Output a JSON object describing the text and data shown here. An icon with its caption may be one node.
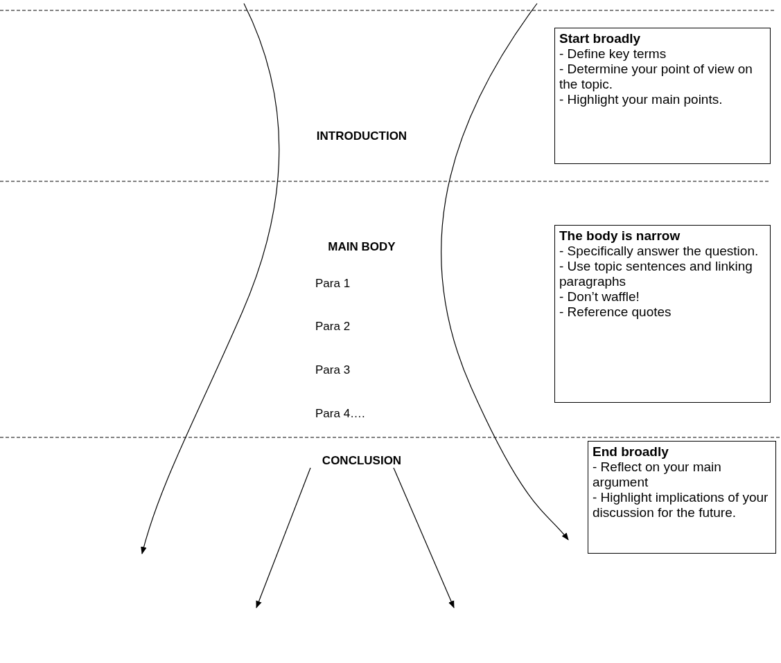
{
  "diagram": {
    "nodes": [
      {
        "text": [
          "Start broadly",
          "- Define key terms",
          "- Determine your point of view on the topic.",
          "- Highlight your main points."
        ]
      },
      {
        "text": [
          "The body is narrow",
          "- Specifically answer the question.",
          "- Use topic sentences and linking paragraphs",
          "- Don’t waffle!",
          "- Reference quotes"
        ]
      },
      {
        "text": [
          "End broadly",
          "- Reflect on your main argument",
          "- Highlight implications of your discussion for the future."
        ]
      },
      {
        "text": [
          "CONCLUSION"
        ]
      }
    ],
    "edges": [
      {
        "from": 3,
        "to": null,
        "arrow": "to"
      },
      {
        "from": 3,
        "to": null,
        "arrow": "to"
      }
    ],
    "labels": [
      "INTRODUCTION",
      "MAIN BODY",
      "Para 1",
      "Para 2",
      "Para 3",
      "Para 4…."
    ]
  }
}
